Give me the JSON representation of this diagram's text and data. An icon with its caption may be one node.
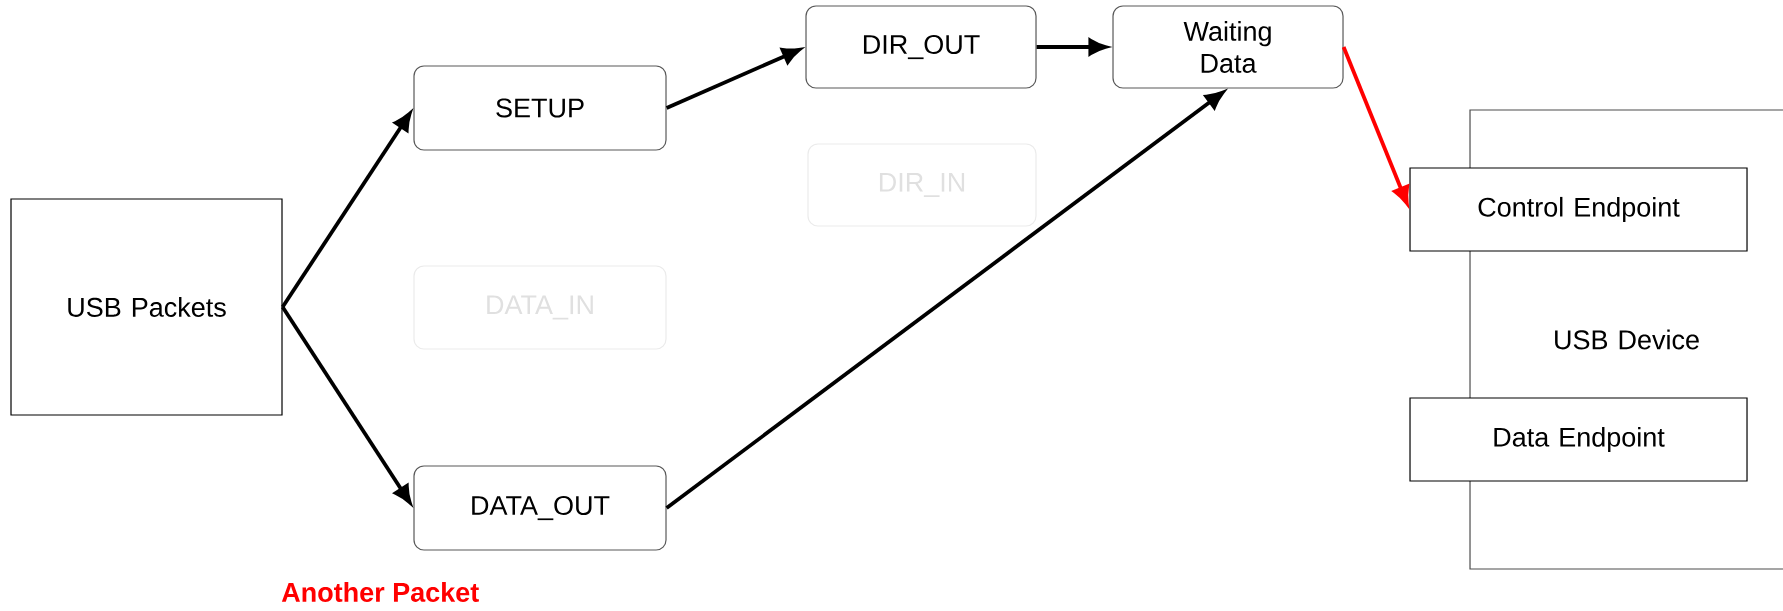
{
  "diagram": {
    "nodes": [
      {
        "text": [
          "USB Packets"
        ]
      },
      {
        "text": [
          "SETUP"
        ]
      },
      {
        "text": [
          "DIR_OUT"
        ]
      },
      {
        "text": [
          "Waiting Data"
        ]
      },
      {
        "text": [
          "DIR_IN"
        ]
      },
      {
        "text": [
          "DATA_IN"
        ]
      },
      {
        "text": [
          "DATA_OUT"
        ]
      },
      {
        "text": [
          "USB Device"
        ]
      },
      {
        "text": [
          "Control Endpoint"
        ]
      },
      {
        "text": [
          "Data Endpoint"
        ]
      }
    ],
    "edges": [
      {
        "from": 0,
        "to": 1,
        "arrow": "to"
      },
      {
        "from": 0,
        "to": 6,
        "arrow": "to"
      },
      {
        "from": 1,
        "to": 2,
        "arrow": "to"
      },
      {
        "from": 2,
        "to": 3,
        "arrow": "to"
      },
      {
        "from": 6,
        "to": 3,
        "arrow": "to"
      },
      {
        "from": 3,
        "to": 8,
        "arrow": "to",
        "color": "#ff0000"
      }
    ],
    "labels": [
      "Another Packet"
    ]
  }
}
